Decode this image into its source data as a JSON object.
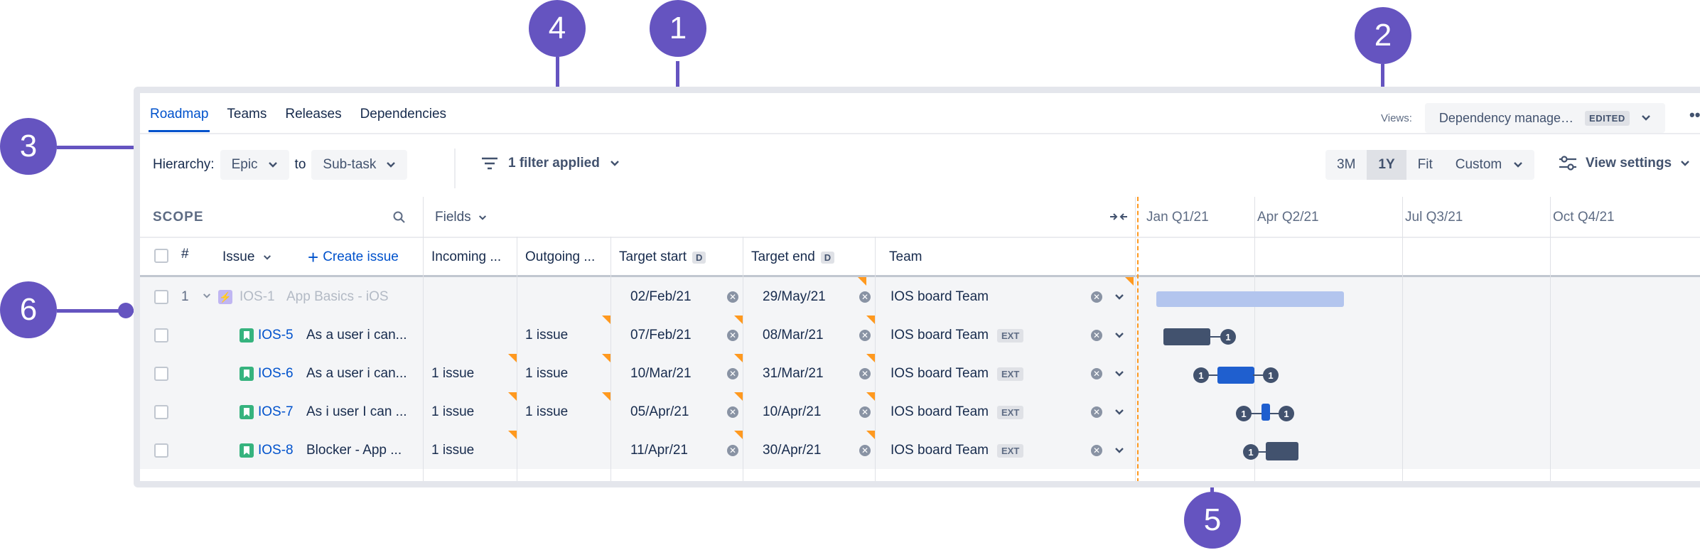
{
  "nav": {
    "tabs": [
      "Roadmap",
      "Teams",
      "Releases",
      "Dependencies"
    ]
  },
  "views": {
    "label": "Views:",
    "value": "Dependency manage…",
    "badge": "EDITED"
  },
  "toolbar": {
    "hierarchy_label": "Hierarchy:",
    "from": "Epic",
    "to_label": "to",
    "to": "Sub-task",
    "filter": "1 filter applied",
    "ranges": [
      "3M",
      "1Y",
      "Fit",
      "Custom"
    ],
    "selected_range": "1Y",
    "view_settings": "View settings"
  },
  "scope": {
    "title": "SCOPE",
    "fields_label": "Fields"
  },
  "columns": {
    "num": "#",
    "issue": "Issue",
    "create": "Create issue",
    "incoming": "Incoming ...",
    "outgoing": "Outgoing ...",
    "target_start": "Target start",
    "target_end": "Target end",
    "team": "Team",
    "d": "D"
  },
  "timeline": {
    "quarters": [
      "Jan Q1/21",
      "Apr Q2/21",
      "Jul Q3/21",
      "Oct Q4/21"
    ]
  },
  "rows": [
    {
      "num": "1",
      "key": "IOS-1",
      "summary": "App Basics - iOS",
      "incoming": "",
      "outgoing": "",
      "start": "02/Feb/21",
      "end": "29/May/21",
      "team": "IOS board Team",
      "ext": ""
    },
    {
      "num": "",
      "key": "IOS-5",
      "summary": "As a user i can...",
      "incoming": "",
      "outgoing": "1 issue",
      "start": "07/Feb/21",
      "end": "08/Mar/21",
      "team": "IOS board Team",
      "ext": "EXT"
    },
    {
      "num": "",
      "key": "IOS-6",
      "summary": "As a user i can...",
      "incoming": "1 issue",
      "outgoing": "1 issue",
      "start": "10/Mar/21",
      "end": "31/Mar/21",
      "team": "IOS board Team",
      "ext": "EXT"
    },
    {
      "num": "",
      "key": "IOS-7",
      "summary": "As i user I can ...",
      "incoming": "1 issue",
      "outgoing": "1 issue",
      "start": "05/Apr/21",
      "end": "10/Apr/21",
      "team": "IOS board Team",
      "ext": "EXT"
    },
    {
      "num": "",
      "key": "IOS-8",
      "summary": "Blocker - App ...",
      "incoming": "1 issue",
      "outgoing": "",
      "start": "11/Apr/21",
      "end": "30/Apr/21",
      "team": "IOS board Team",
      "ext": "EXT"
    }
  ],
  "bars": {
    "dep_count": "1",
    "colors": {
      "epic": "#b3c5ee",
      "story": "#42526e",
      "selected": "#1f5fcf",
      "dep": "#42526e"
    }
  },
  "annotations": [
    "1",
    "2",
    "3",
    "4",
    "5",
    "6"
  ],
  "colors": {
    "accent": "#6554c0",
    "link": "#0052cc"
  }
}
